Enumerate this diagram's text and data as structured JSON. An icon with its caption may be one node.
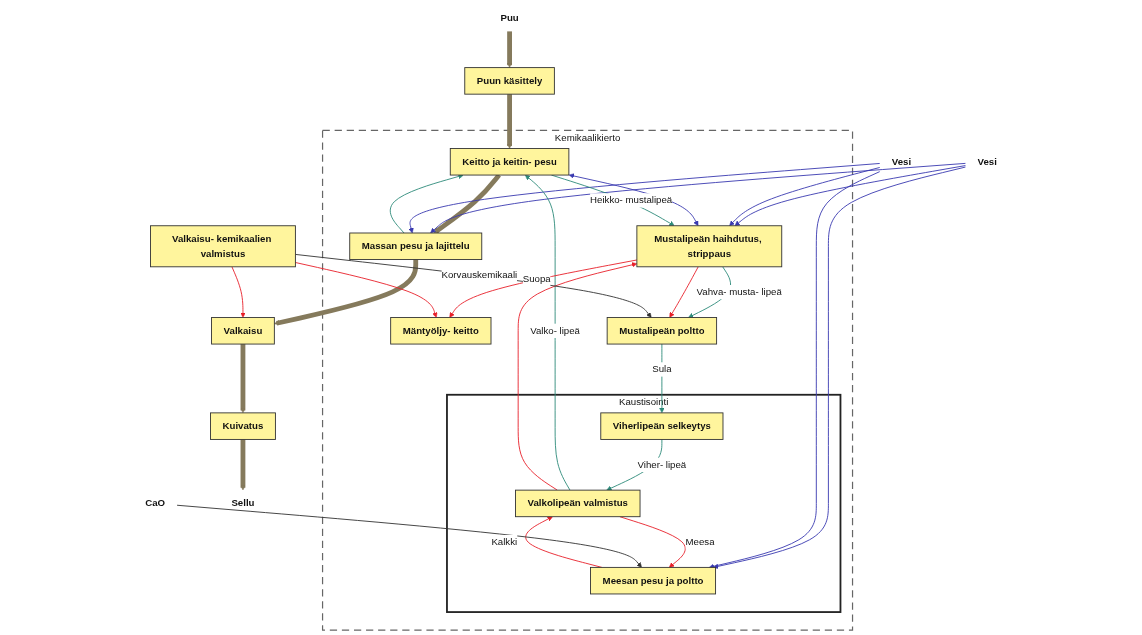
{
  "diagram": {
    "nodes": [
      {
        "text": [
          "Kemikaalikierto"
        ]
      },
      {
        "text": [
          "Puu"
        ]
      },
      {
        "text": [
          "Puun käsittely"
        ]
      },
      {
        "text": [
          "Keitto ja keitin- pesu"
        ],
        "in": 0
      },
      {
        "text": [
          "Massan pesu ja lajittelu"
        ],
        "in": 0
      },
      {
        "text": [
          "Vesi"
        ]
      },
      {
        "text": [
          "Valkaisu"
        ]
      },
      {
        "text": [
          "Kuivatus"
        ]
      },
      {
        "text": [
          "Sellu"
        ]
      },
      {
        "text": [
          "Vesi"
        ]
      },
      {
        "text": [
          "Kaustisointi"
        ],
        "in": 0
      },
      {
        "text": [
          "Meesan pesu ja poltto"
        ],
        "in": 10
      },
      {
        "text": [
          "Valkolipeän valmistus"
        ],
        "in": 10
      },
      {
        "text": [
          "Viherlipeän selkeytys"
        ],
        "in": 10
      },
      {
        "text": [
          "CaO"
        ]
      },
      {
        "text": [
          "Mustalipeän haihdutus, strippaus"
        ],
        "in": 0
      },
      {
        "text": [
          "Mäntyöljy- keitto"
        ],
        "in": 0
      },
      {
        "text": [
          "Valkaisu- kemikaalien valmistus"
        ]
      },
      {
        "text": [
          "Mustalipeän poltto"
        ],
        "in": 0
      }
    ],
    "edges": [
      {
        "from": 1,
        "to": 2,
        "arrow": "to",
        "style": "thick",
        "color": "#857a5c"
      },
      {
        "from": 2,
        "to": 3,
        "arrow": "to",
        "style": "thick",
        "color": "#857a5c"
      },
      {
        "from": 3,
        "to": 4,
        "arrow": "to",
        "style": "thick",
        "color": "#857a5c"
      },
      {
        "from": 4,
        "to": 6,
        "arrow": "to",
        "style": "thick",
        "color": "#857a5c"
      },
      {
        "from": 6,
        "to": 7,
        "arrow": "to",
        "style": "thick",
        "color": "#857a5c"
      },
      {
        "from": 7,
        "to": 8,
        "arrow": "to",
        "style": "thick",
        "color": "#857a5c"
      },
      {
        "from": 4,
        "to": 3,
        "arrow": "to",
        "color": "#2e8b7a"
      },
      {
        "from": 5,
        "to": 4,
        "arrow": "to",
        "color": "#3a3ab0"
      },
      {
        "from": 5,
        "to": 11,
        "arrow": "to",
        "color": "#3a3ab0"
      },
      {
        "from": 5,
        "to": 15,
        "arrow": "to",
        "color": "#3a3ab0"
      },
      {
        "from": 9,
        "to": 4,
        "arrow": "to",
        "color": "#3a3ab0"
      },
      {
        "from": 9,
        "to": 11,
        "arrow": "to",
        "color": "#3a3ab0"
      },
      {
        "from": 9,
        "to": 15,
        "arrow": "to",
        "color": "#3a3ab0"
      },
      {
        "from": 3,
        "to": 15,
        "arrow": "both",
        "color": "#3a3ab0"
      },
      {
        "from": 3,
        "to": 15,
        "label": "Heikko- mustalipeä",
        "arrow": "to",
        "color": "#2e8b7a"
      },
      {
        "from": 12,
        "to": 3,
        "label": "Valko- lipeä",
        "arrow": "to",
        "color": "#2e8b7a"
      },
      {
        "from": 12,
        "to": 11,
        "label": "Meesa",
        "arrow": "to",
        "color": "#e8202a"
      },
      {
        "from": 11,
        "to": 12,
        "label": "Kalkki",
        "arrow": "to",
        "color": "#e8202a"
      },
      {
        "from": 14,
        "to": 11,
        "arrow": "to",
        "color": "#333333"
      },
      {
        "from": 12,
        "to": 15,
        "arrow": "to",
        "color": "#e8202a"
      },
      {
        "from": 13,
        "to": 12,
        "label": "Viher- lipeä",
        "arrow": "to",
        "color": "#2e8b7a"
      },
      {
        "from": 18,
        "to": 13,
        "label": "Sula",
        "arrow": "to",
        "color": "#2e8b7a"
      },
      {
        "from": 15,
        "to": 18,
        "label": "Vahva- musta- lipeä",
        "arrow": "to",
        "color": "#2e8b7a"
      },
      {
        "from": 15,
        "to": 16,
        "label": "Suopa",
        "arrow": "to",
        "color": "#e8202a"
      },
      {
        "from": 15,
        "to": 18,
        "arrow": "to",
        "color": "#e8202a"
      },
      {
        "from": 17,
        "to": 16,
        "arrow": "to",
        "color": "#e8202a"
      },
      {
        "from": 17,
        "to": 6,
        "arrow": "to",
        "color": "#e8202a"
      },
      {
        "from": 17,
        "to": 18,
        "label": "Korvauskemikaali",
        "arrow": "to",
        "color": "#333333"
      }
    ]
  }
}
